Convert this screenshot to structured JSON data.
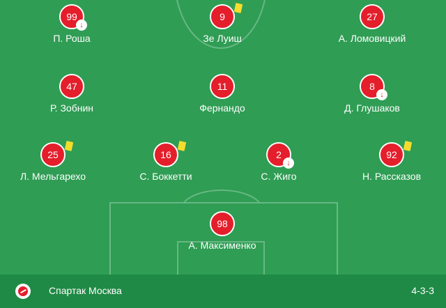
{
  "players": [
    {
      "number": "99",
      "name": "П. Роша",
      "event": "sub"
    },
    {
      "number": "9",
      "name": "Зе Луиш",
      "event": "yellow"
    },
    {
      "number": "27",
      "name": "А. Ломовицкий",
      "event": ""
    },
    {
      "number": "47",
      "name": "Р. Зобнин",
      "event": ""
    },
    {
      "number": "11",
      "name": "Фернандо",
      "event": ""
    },
    {
      "number": "8",
      "name": "Д. Глушаков",
      "event": "sub"
    },
    {
      "number": "25",
      "name": "Л. Мельгарехо",
      "event": "yellow"
    },
    {
      "number": "16",
      "name": "С. Боккетти",
      "event": "yellow"
    },
    {
      "number": "2",
      "name": "С. Жиго",
      "event": "sub"
    },
    {
      "number": "92",
      "name": "Н. Рассказов",
      "event": "yellow"
    },
    {
      "number": "98",
      "name": "А. Максименко",
      "event": ""
    }
  ],
  "footer": {
    "team_name": "Спартак Москва",
    "formation": "4-3-3"
  },
  "colors": {
    "pitch": "#2f9d54",
    "footer": "#1f8a45",
    "badge": "#e41e2b",
    "yellow_card": "#f5dd2d"
  },
  "icons": {
    "sub": "substitution-out-arrow-icon",
    "yellow": "yellow-card-icon",
    "logo": "spartak-logo-icon"
  }
}
